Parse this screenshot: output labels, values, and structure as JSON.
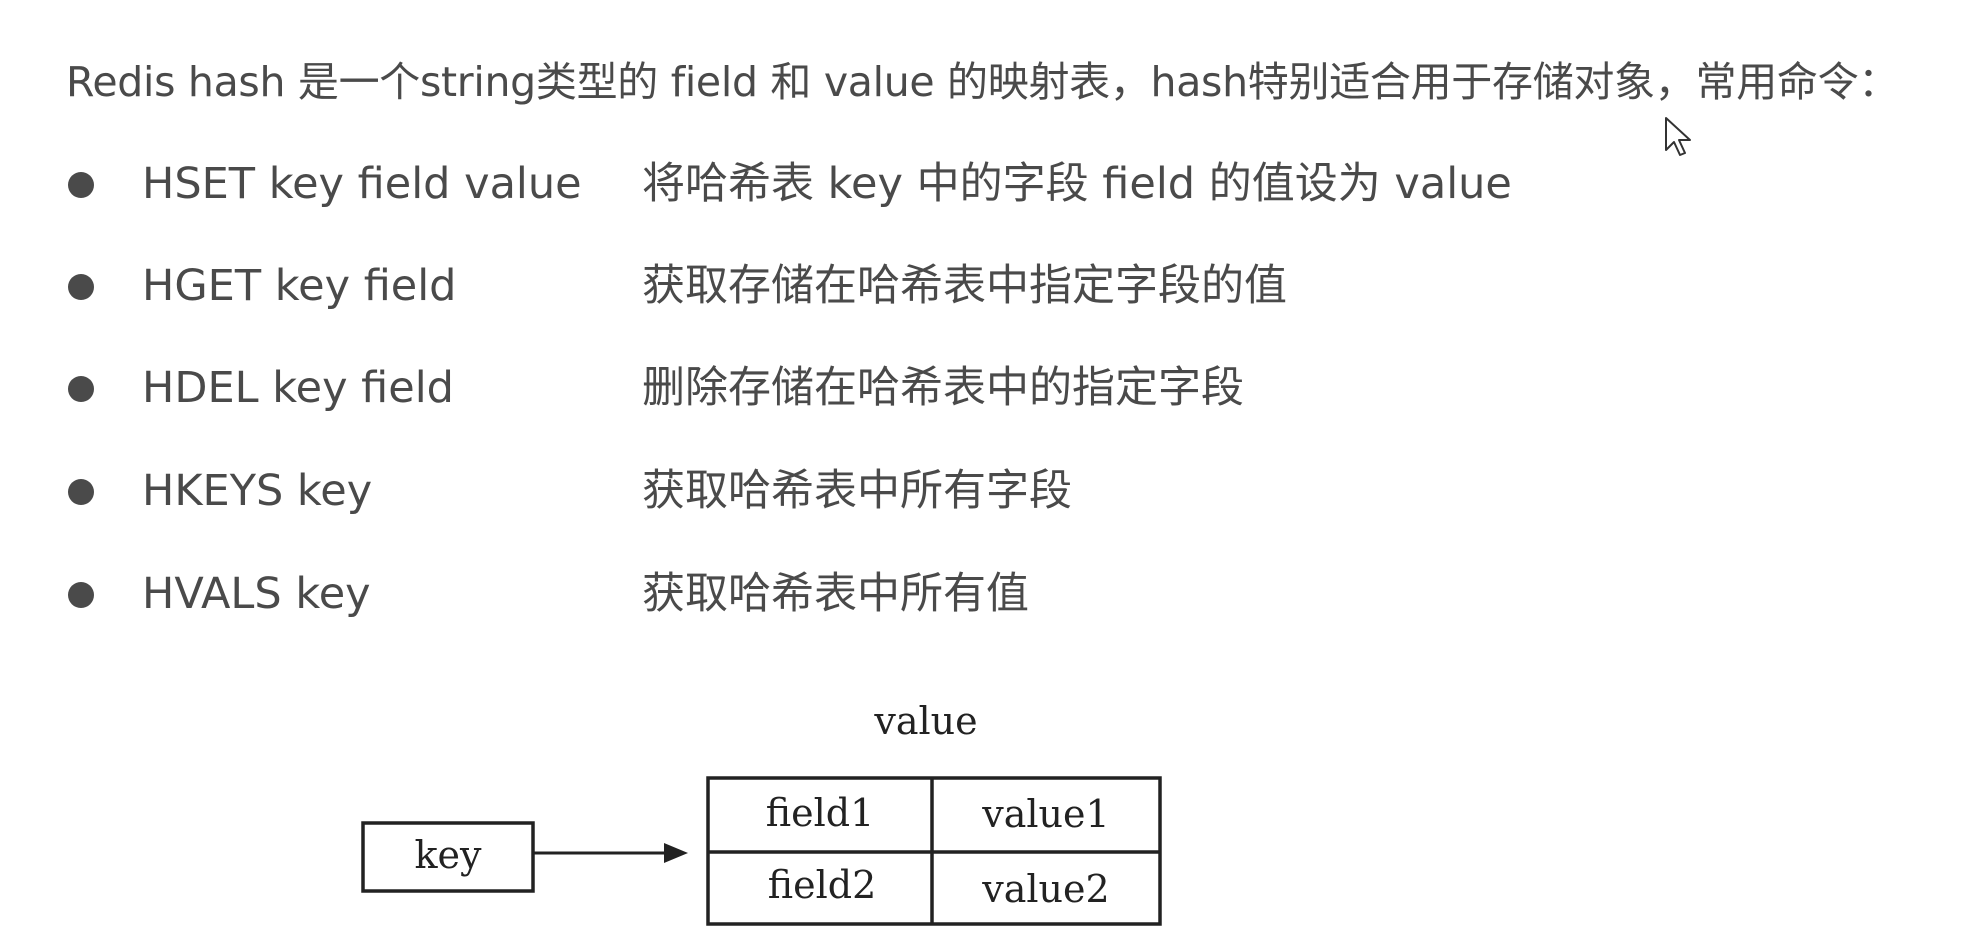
{
  "intro": "Redis hash 是一个string类型的 field 和 value 的映射表，hash特别适合用于存储对象，常用命令：",
  "commands": [
    {
      "cmd": "HSET key field value",
      "desc": "将哈希表 key 中的字段 field 的值设为 value"
    },
    {
      "cmd": "HGET key field",
      "desc": "获取存储在哈希表中指定字段的值"
    },
    {
      "cmd": "HDEL key field",
      "desc": "删除存储在哈希表中的指定字段"
    },
    {
      "cmd": "HKEYS key",
      "desc": "获取哈希表中所有字段"
    },
    {
      "cmd": "HVALS key",
      "desc": "获取哈希表中所有值"
    }
  ],
  "diagram": {
    "value_title": "value",
    "key_label": "key",
    "rows": [
      {
        "field": "field1",
        "value": "value1"
      },
      {
        "field": "field2",
        "value": "value2"
      }
    ]
  },
  "icons": {
    "bullet": "bullet-dot",
    "cursor": "mouse-pointer-icon"
  }
}
